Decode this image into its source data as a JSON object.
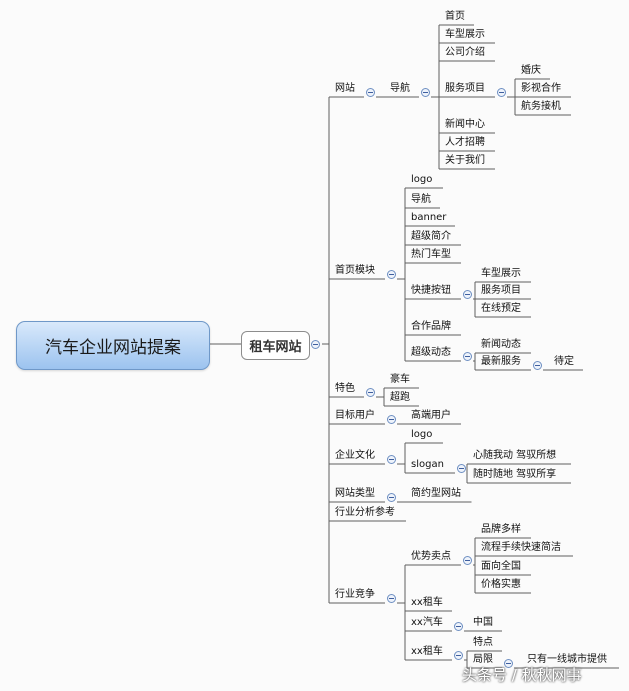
{
  "root": "汽车企业网站提案",
  "subroot": "租车网站",
  "watermark": "头条号 / 秋秋网事",
  "colors": {
    "line": "#5f5f5f",
    "root_border": "#6f98c8",
    "root_fill": "#b9d6f7",
    "toggle": "#6e8fc2"
  },
  "branches": [
    {
      "label": "网站",
      "children": [
        {
          "label": "导航",
          "children": [
            {
              "label": "首页"
            },
            {
              "label": "车型展示"
            },
            {
              "label": "公司介绍"
            },
            {
              "label": "服务项目",
              "children": [
                {
                  "label": "婚庆"
                },
                {
                  "label": "影视合作"
                },
                {
                  "label": "航务接机"
                }
              ]
            },
            {
              "label": "新闻中心"
            },
            {
              "label": "人才招聘"
            },
            {
              "label": "关于我们"
            }
          ]
        }
      ]
    },
    {
      "label": "首页模块",
      "children": [
        {
          "label": "logo"
        },
        {
          "label": "导航"
        },
        {
          "label": "banner"
        },
        {
          "label": "超级简介"
        },
        {
          "label": "热门车型"
        },
        {
          "label": "快捷按钮",
          "children": [
            {
              "label": "车型展示"
            },
            {
              "label": "服务项目"
            },
            {
              "label": "在线预定"
            }
          ]
        },
        {
          "label": "合作品牌"
        },
        {
          "label": "超级动态",
          "children": [
            {
              "label": "新闻动态"
            },
            {
              "label": "最新服务",
              "children": [
                {
                  "label": "待定"
                }
              ]
            }
          ]
        }
      ]
    },
    {
      "label": "特色",
      "children": [
        {
          "label": "豪车"
        },
        {
          "label": "超跑"
        }
      ]
    },
    {
      "label": "目标用户",
      "children": [
        {
          "label": "高端用户"
        }
      ]
    },
    {
      "label": "企业文化",
      "children": [
        {
          "label": "logo"
        },
        {
          "label": "slogan",
          "children": [
            {
              "label": "心随我动 驾驭所想"
            },
            {
              "label": "随时随地 驾驭所享"
            }
          ]
        }
      ]
    },
    {
      "label": "网站类型",
      "children": [
        {
          "label": "简约型网站"
        }
      ]
    },
    {
      "label": "行业分析参考"
    },
    {
      "label": "行业竞争",
      "children": [
        {
          "label": "优势卖点",
          "children": [
            {
              "label": "品牌多样"
            },
            {
              "label": "流程手续快速简洁"
            },
            {
              "label": "面向全国"
            },
            {
              "label": "价格实惠"
            }
          ]
        },
        {
          "label": "xx租车"
        },
        {
          "label": "xx汽车",
          "children": [
            {
              "label": "中国"
            }
          ]
        },
        {
          "label": "xx租车",
          "children": [
            {
              "label": "特点"
            },
            {
              "label": "局限",
              "children": [
                {
                  "label": "只有一线城市提供"
                }
              ]
            }
          ]
        }
      ]
    }
  ]
}
